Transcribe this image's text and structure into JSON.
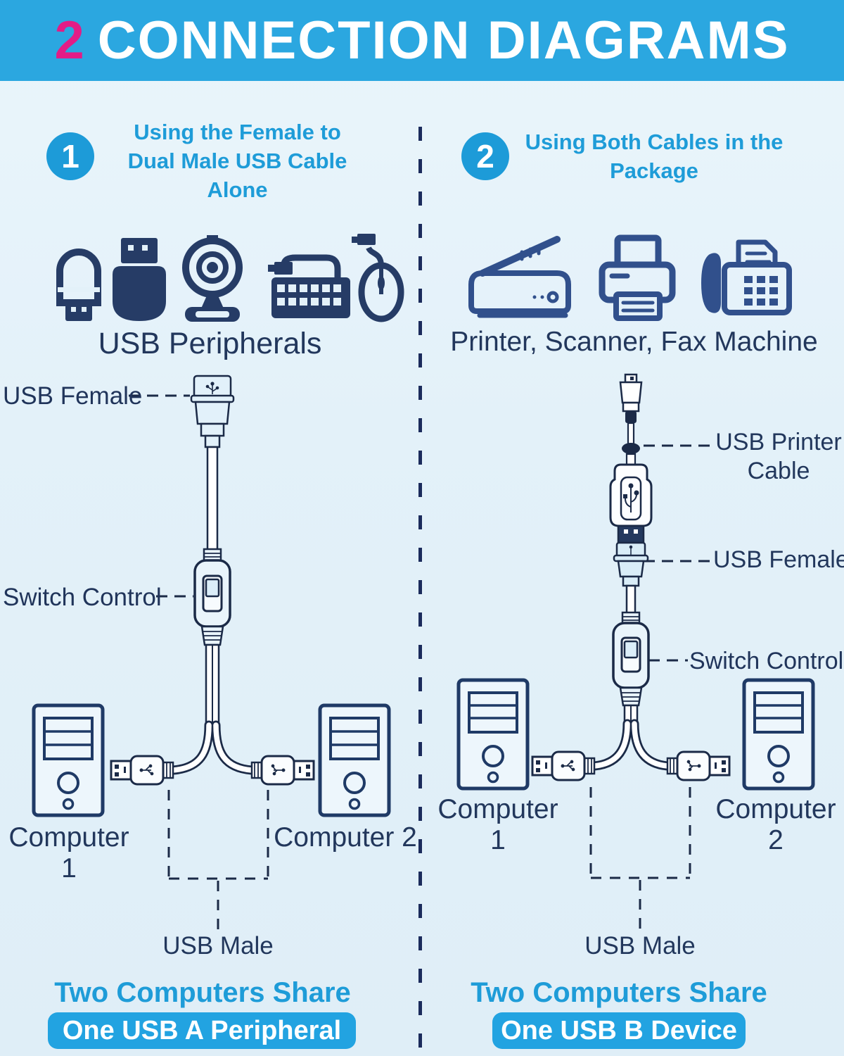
{
  "header": {
    "number": "2",
    "title": "CONNECTION DIAGRAMS"
  },
  "colors": {
    "header_bg": "#2BA7E0",
    "accent_pink": "#E31C86",
    "accent_blue": "#1E9CD8",
    "pill_bg": "#22A3E1",
    "navy_text": "#22375C",
    "diagram_line": "#1B2A47",
    "tower_stroke": "#1F3A66",
    "icon_fill_navy": "#263C66",
    "icon_stroke_blue": "#31508C",
    "divider": "#1B2B5C",
    "background": "#E3F1F9"
  },
  "sections": [
    {
      "badge": "1",
      "heading": "Using the Female to Dual Male USB Cable Alone",
      "devices_caption": "USB Peripherals",
      "devices": [
        "usb-stick",
        "flash-drive",
        "webcam",
        "keyboard",
        "mouse"
      ],
      "labels": {
        "usb_female": "USB Female",
        "switch_control": "Switch Control",
        "computer1": "Computer 1",
        "computer2": "Computer 2",
        "usb_male": "USB Male"
      },
      "footer_line": "Two Computers Share",
      "footer_pill": "One USB A Peripheral"
    },
    {
      "badge": "2",
      "heading": "Using Both Cables in the Package",
      "devices_caption": "Printer, Scanner, Fax Machine",
      "devices": [
        "scanner",
        "printer",
        "fax-machine"
      ],
      "labels": {
        "usb_printer_cable": "USB Printer Cable",
        "usb_female": "USB Female",
        "switch_control": "Switch Control",
        "computer1": "Computer 1",
        "computer2": "Computer 2",
        "usb_male": "USB Male"
      },
      "footer_line": "Two Computers Share",
      "footer_pill": "One USB B Device"
    }
  ]
}
